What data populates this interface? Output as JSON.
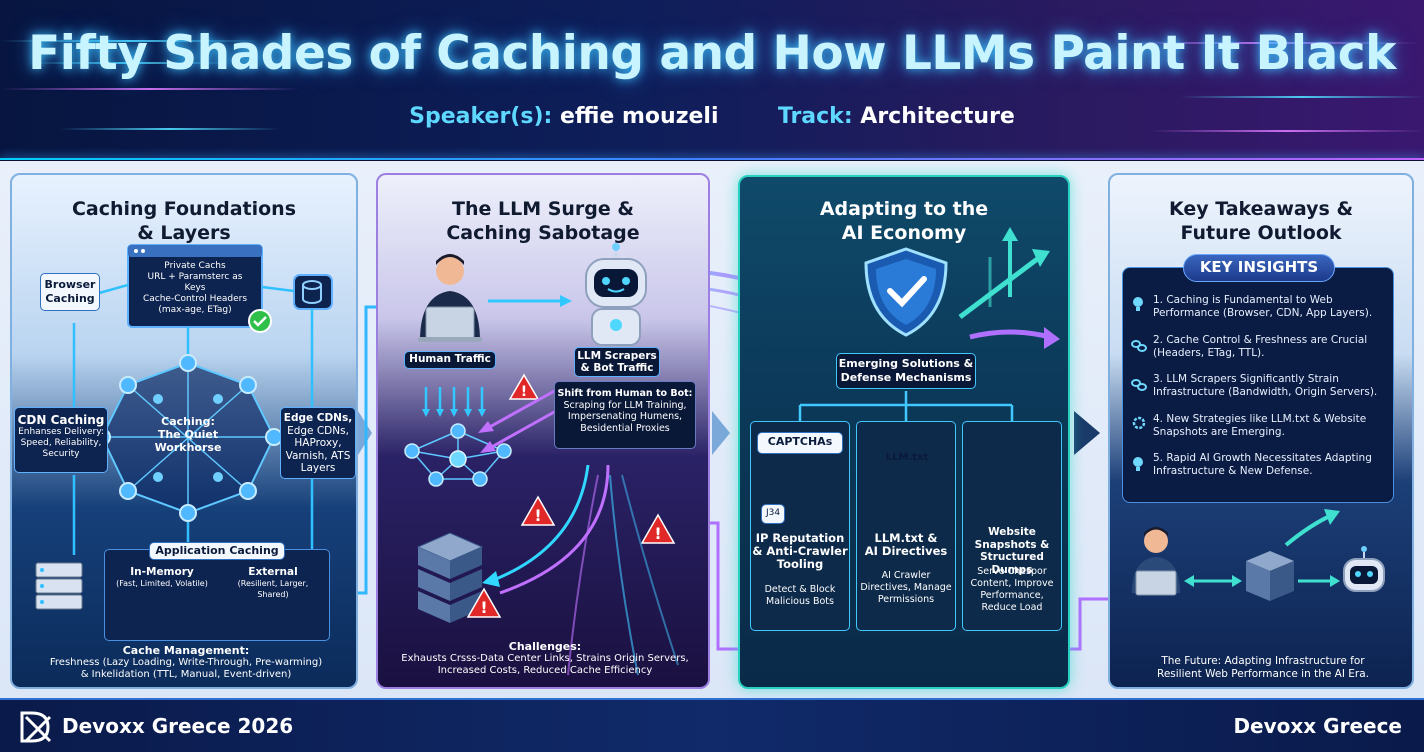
{
  "header": {
    "title": "Fifty Shades of Caching and How LLMs Paint It Black",
    "speaker_label": "Speaker(s):",
    "speaker_name": "effie mouzeli",
    "track_label": "Track:",
    "track_name": "Architecture"
  },
  "panel1": {
    "title_line1": "Caching Foundations",
    "title_line2": "& Layers",
    "browser_caching_1": "Browser",
    "browser_caching_2": "Caching",
    "private_cache_1": "Private Cachs",
    "private_cache_2": "URL + Paramsterc as Keys",
    "private_cache_3": "Cache-Control Headers",
    "private_cache_4": "(max-age, ETag)",
    "cdn_1": "CDN Caching",
    "cdn_2": "Enhanses Delivery:",
    "cdn_3": "Speed, Reliability,",
    "cdn_4": "Security",
    "center_1": "Caching:",
    "center_2": "The Quiet",
    "center_3": "Workhorse",
    "edge_1": "Edge CDNs,",
    "edge_2": "Edge CDNs,",
    "edge_3": "HAProxy,",
    "edge_4": "Varnish, ATS",
    "edge_5": "Layers",
    "app_caching": "Application Caching",
    "inmem_1": "In-Memory",
    "inmem_2": "(Fast, Limited, Volatile)",
    "external_1": "External",
    "external_2": "(Resilient, Larger, Shared)",
    "mgmt_1": "Cache Management:",
    "mgmt_2": "Freshness (Lazy Loading, Write-Through, Pre-warming)",
    "mgmt_3": "& Inkelidation (TTL, Manual, Event-driven)"
  },
  "panel2": {
    "title_line1": "The LLM Surge &",
    "title_line2": "Caching Sabotage",
    "human_traffic": "Human Traffic",
    "bot_1": "LLM Scrapers",
    "bot_2": "& Bot Traffic",
    "shift_1": "Shift from Human to Bot:",
    "shift_2": "Scraping for LLM Training,",
    "shift_3": "Impersenating Humens,",
    "shift_4": "Besidential Proxies",
    "challenges_title": "Challenges:",
    "challenges_1": "Exhausts Crsss-Data Center Links, Strains Origin Servers,",
    "challenges_2": "Increased Costs, Reduced Cache Efficiency"
  },
  "panel3": {
    "title_line1": "Adapting to the",
    "title_line2": "AI Economy",
    "emerging_1": "Emerging Solutions &",
    "emerging_2": "Defense Mechanisms",
    "captcha": "CAPTCHAs",
    "captcha_code": "J34",
    "c1_1": "IP Reputation",
    "c1_2": "& Anti-Crawler",
    "c1_3": "Tooling",
    "c1_4": "Detect & Block",
    "c1_5": "Malicious Bots",
    "llmtxt_label": "LLM.txt",
    "c2_1": "LLM.txt &",
    "c2_2": "AI Directives",
    "c2_3": "AI Crawler",
    "c2_4": "Directives, Manage",
    "c2_5": "Permissions",
    "c3_1": "Website",
    "c3_2": "Snapshots &",
    "c3_3": "Structured Dumps",
    "c3_4": "Serve Chespor",
    "c3_5": "Content, Improve",
    "c3_6": "Performance,",
    "c3_7": "Reduce Load"
  },
  "panel4": {
    "title_line1": "Key Takeaways &",
    "title_line2": "Future Outlook",
    "insights_title": "KEY INSIGHTS",
    "i1a": "1. Caching is Fundamental to Web",
    "i1b": "Performance (Browser, CDN, App Layers).",
    "i2a": "2. Cache Control & Freshness are Crucial",
    "i2b": "(Headers, ETag, TTL).",
    "i3a": "3. LLM Scrapers Significantly Strain",
    "i3b": "Infrastructure (Bandwidth, Origin Servers).",
    "i4a": "4. New Strategies like LLM.txt & Website",
    "i4b": "Snapshots are Emerging.",
    "i5a": "5. Rapid AI Growth Necessitates Adapting",
    "i5b": "Infrastructure & New Defense.",
    "future_1": "The Future: Adapting Infrastructure for",
    "future_2": "Resilient Web Performance in the AI Era."
  },
  "footer": {
    "left": "Devoxx Greece 2026",
    "right": "Devoxx Greece"
  },
  "colors": {
    "accent_cyan": "#30c8ff",
    "accent_purple": "#b060ff",
    "teal_panel": "#2ad0c0"
  }
}
